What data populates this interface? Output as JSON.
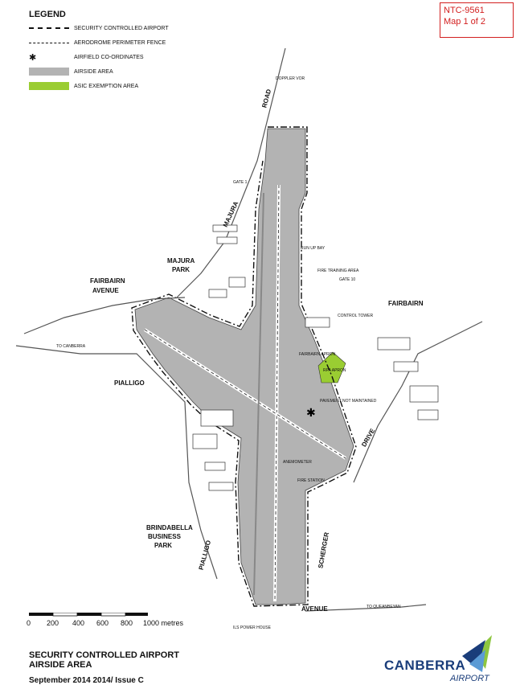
{
  "legend": {
    "title": "LEGEND",
    "items": [
      {
        "label": "SECURITY CONTROLLED AIRPORT",
        "symbol": "dash-dot-line"
      },
      {
        "label": "AERODROME PERIMETER FENCE",
        "symbol": "dashed-line"
      },
      {
        "label": "AIRFIELD CO-ORDINATES",
        "symbol": "star-icon"
      },
      {
        "label": "AIRSIDE AREA",
        "symbol": "grey-swatch",
        "color": "#b3b3b3"
      },
      {
        "label": "ASIC EXEMPTION AREA",
        "symbol": "green-swatch",
        "color": "#9acd32"
      }
    ]
  },
  "reference": {
    "line1": "NTC-9561",
    "line2": "Map 1 of 2",
    "color": "#d32020"
  },
  "map_labels": {
    "road": "ROAD",
    "majura": "MAJURA",
    "majura_park_1": "MAJURA",
    "majura_park_2": "PARK",
    "fairbairn_ave_1": "FAIRBAIRN",
    "fairbairn_ave_2": "AVENUE",
    "pialligo": "PIALLIGO",
    "fairbairn": "FAIRBAIRN",
    "drive": "DRIVE",
    "brindabella_1": "BRINDABELLA",
    "brindabella_2": "BUSINESS",
    "brindabella_3": "PARK",
    "pialligo_road": "PIALLIGO",
    "scherger": "SCHERGER",
    "avenue": "AVENUE",
    "to_canberra": "TO CANBERRA",
    "to_queanbeyan": "TO QUEANBEYAN",
    "doppler_vor": "DOPPLER VOR",
    "runup_bay": "RUN UP BAY",
    "fire_training": "FIRE TRAINING AREA",
    "control_tower": "CONTROL TOWER",
    "fairbairn_apron": "FAIRBAIRN APRON",
    "rpa_apron": "RPA APRON",
    "pavement": "PAVEMENT NOT MAINTAINED",
    "anemometer": "ANEMOMETER",
    "fire_station": "FIRE STATION",
    "ils_power_house": "ILS POWER HOUSE",
    "gate1": "GATE 1",
    "gate10": "GATE 10"
  },
  "scale": {
    "labels": [
      "0",
      "200",
      "400",
      "600",
      "800",
      "1000 metres"
    ]
  },
  "title": {
    "line1": "SECURITY CONTROLLED AIRPORT",
    "line2": "AIRSIDE AREA"
  },
  "issue": "September 2014 2014/ Issue C",
  "logo": {
    "name": "CANBERRA",
    "sub": "AIRPORT",
    "colors": [
      "#1a3d7a",
      "#8dc63f",
      "#5b9bd5"
    ]
  }
}
